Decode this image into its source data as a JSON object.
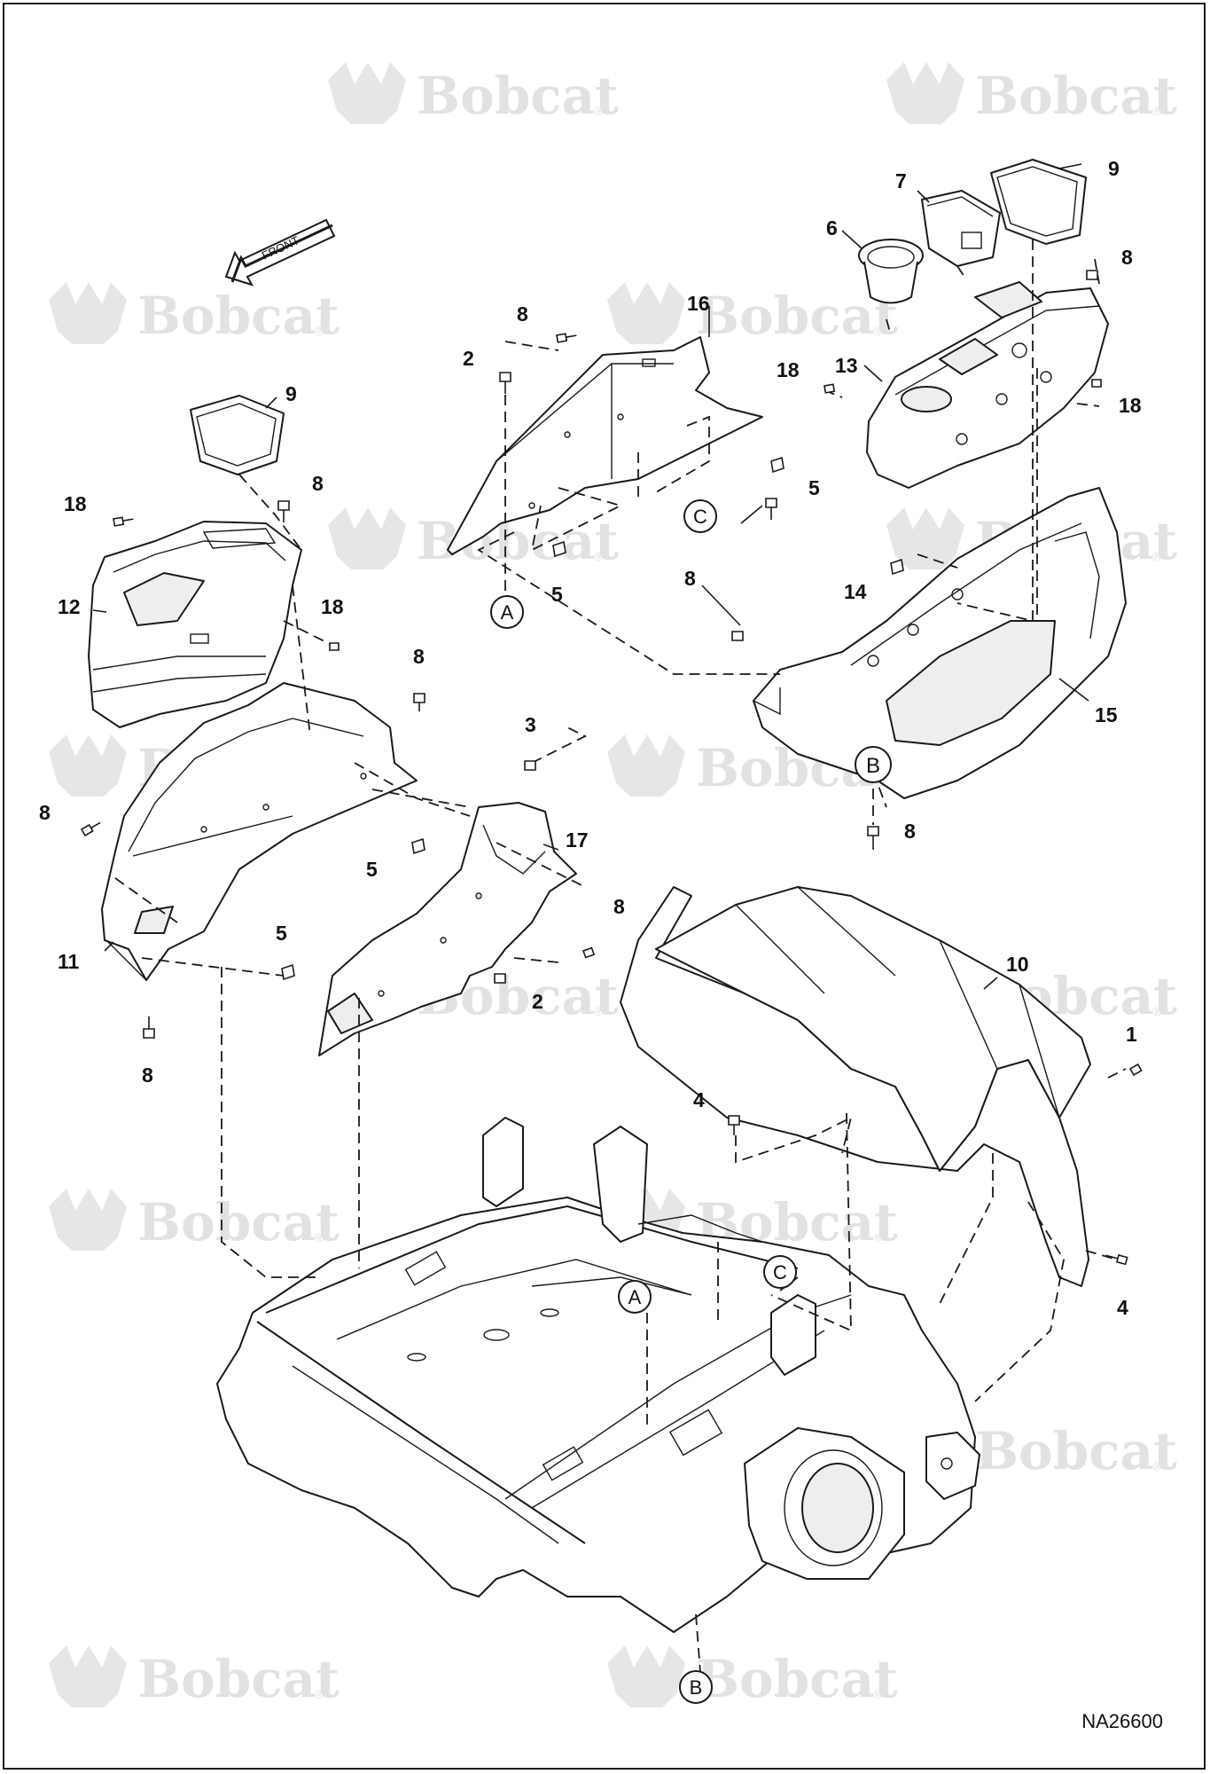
{
  "watermark": {
    "brand": "Bobcat",
    "registered_mark": "®"
  },
  "direction_arrow": {
    "label": "FRONT"
  },
  "reference_letters": {
    "a": "A",
    "b": "B",
    "c": "C"
  },
  "callouts": {
    "c1": "1",
    "c2": "2",
    "c3": "3",
    "c4": "4",
    "c5": "5",
    "c6": "6",
    "c7": "7",
    "c8": "8",
    "c9": "9",
    "c10": "10",
    "c11": "11",
    "c12": "12",
    "c13": "13",
    "c14": "14",
    "c15": "15",
    "c16": "16",
    "c17": "17",
    "c18": "18"
  },
  "figure_number": "NA26600"
}
